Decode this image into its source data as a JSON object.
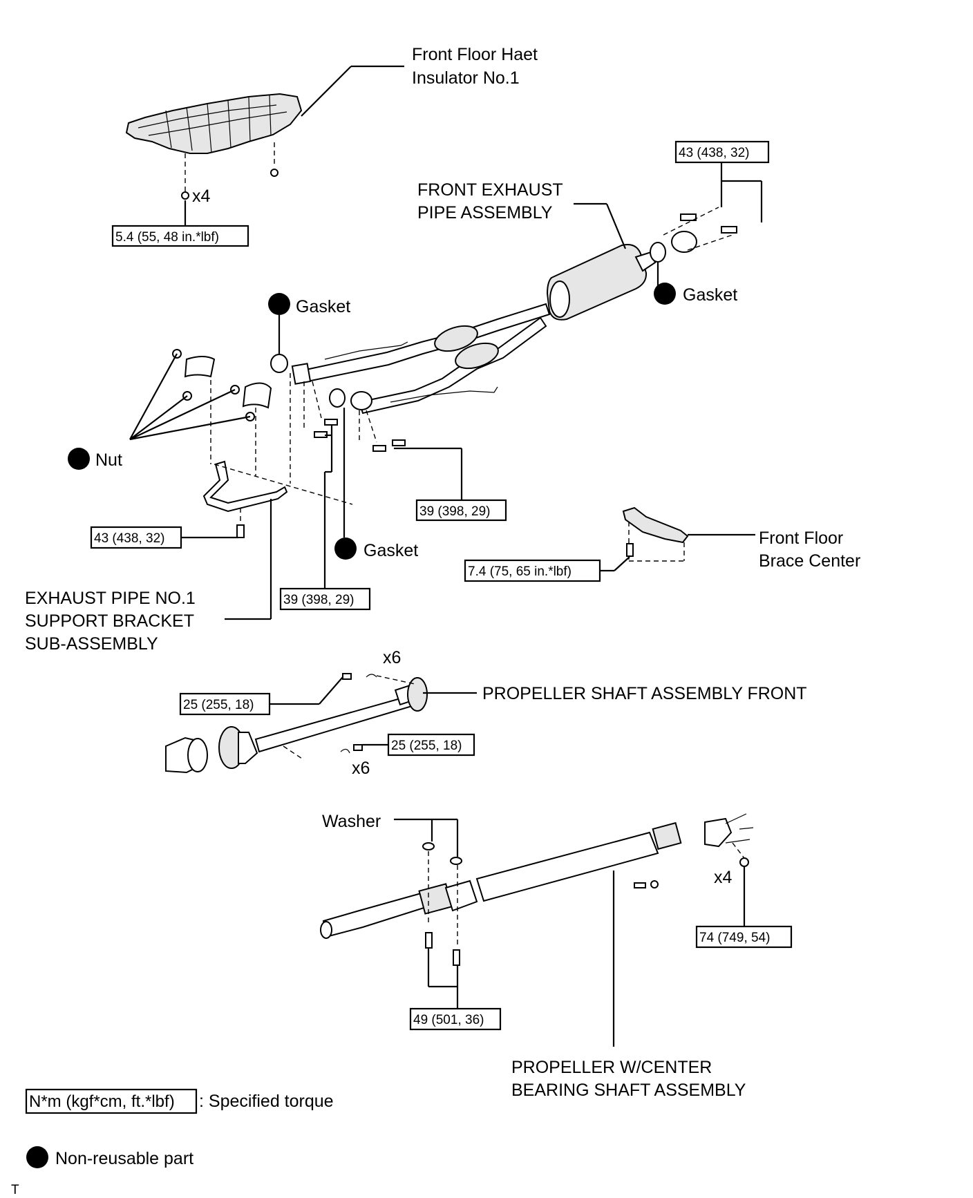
{
  "labels": {
    "heat_insulator": [
      "Front Floor Haet",
      "Insulator No.1"
    ],
    "front_exhaust_pipe": [
      "FRONT EXHAUST",
      "PIPE ASSEMBLY"
    ],
    "gasket": "Gasket",
    "nut": "Nut",
    "front_floor_brace": [
      "Front Floor",
      "Brace Center"
    ],
    "support_bracket": [
      "EXHAUST PIPE NO.1",
      "SUPPORT BRACKET",
      "SUB-ASSEMBLY"
    ],
    "propeller_front": "PROPELLER SHAFT ASSEMBLY FRONT",
    "washer": "Washer",
    "propeller_center": [
      "PROPELLER W/CENTER",
      "BEARING SHAFT ASSEMBLY"
    ],
    "x4": "x4",
    "x6": "x6"
  },
  "torques": {
    "insulator": "5.4 (55, 48 in.*lbf)",
    "flange_top": "43 (438, 32)",
    "bracket": "43 (438, 32)",
    "pipe_right": "39 (398, 29)",
    "pipe_left": "39 (398, 29)",
    "brace": "7.4 (75, 65  in.*lbf)",
    "prop_front_upper": "25 (255, 18)",
    "prop_front_lower": "25 (255, 18)",
    "center_bearing": "49 (501, 36)",
    "rear_flange": "74 (749, 54)"
  },
  "legend": {
    "torque_box": "N*m (kgf*cm, ft.*lbf)",
    "torque_text": ": Specified torque",
    "nonreusable_text": "Non-reusable part",
    "footer_mark": "T"
  }
}
